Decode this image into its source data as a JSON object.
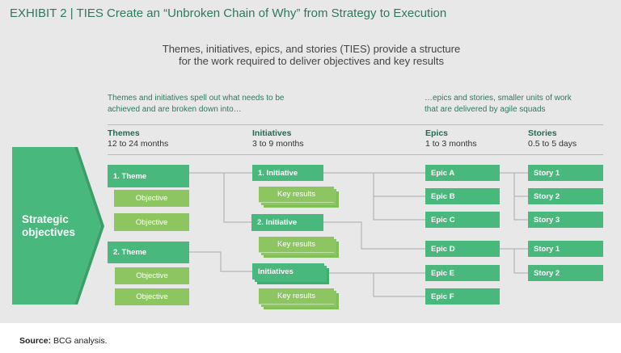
{
  "title": "EXHIBIT 2 | TIES Create an “Unbroken Chain of Why” from Strategy to Execution",
  "intro": [
    "Themes, initiatives, epics, and stories (TIES) provide a structure",
    "for the work required to deliver objectives and key results"
  ],
  "note_left": [
    "Themes and initiatives spell out what needs to be",
    "achieved and are broken down into…"
  ],
  "note_right": [
    "…epics and stories, smaller units of work",
    "that are delivered by agile squads"
  ],
  "columns": [
    {
      "name": "Themes",
      "duration": "12 to 24 months"
    },
    {
      "name": "Initiatives",
      "duration": "3 to 9 months"
    },
    {
      "name": "Epics",
      "duration": "1 to 3 months"
    },
    {
      "name": "Stories",
      "duration": "0.5 to 5 days"
    }
  ],
  "strategic": [
    "Strategic",
    "objectives"
  ],
  "themes": [
    "1. Theme",
    "2. Theme"
  ],
  "objective": "Objective",
  "initiatives": [
    "1. Initiative",
    "2. Initiative",
    "Initiatives"
  ],
  "key_results": "Key results",
  "epics": [
    "Epic A",
    "Epic B",
    "Epic C",
    "Epic D",
    "Epic E",
    "Epic F"
  ],
  "stories": [
    "Story 1",
    "Story 2",
    "Story 3",
    "Story 1",
    "Story 2"
  ],
  "source_label": "Source:",
  "source": "BCG analysis."
}
